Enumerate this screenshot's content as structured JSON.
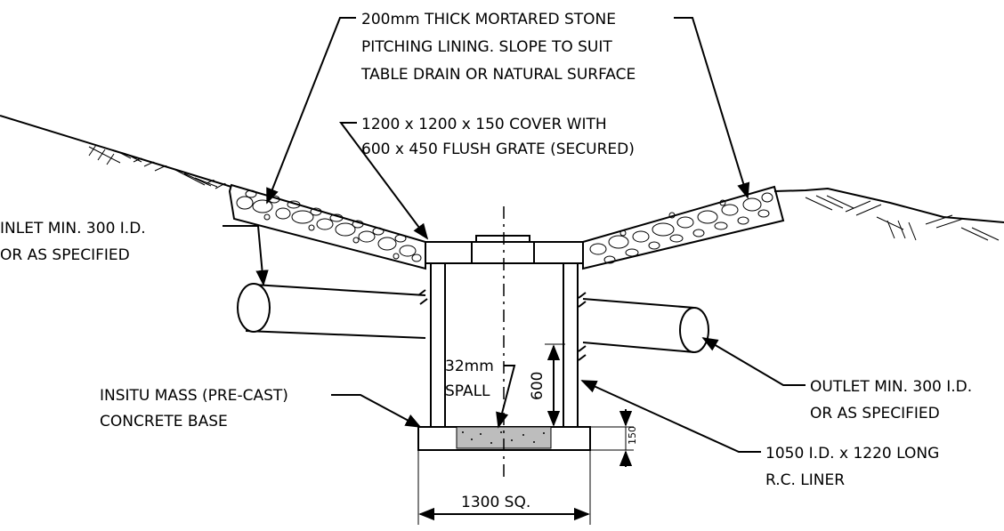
{
  "labels": {
    "lining_line1": "200mm THICK MORTARED STONE",
    "lining_line2": "PITCHING LINING. SLOPE TO SUIT",
    "lining_line3": "TABLE DRAIN OR NATURAL SURFACE",
    "cover_line1": "1200 x 1200 x 150 COVER WITH",
    "cover_line2": "600 x 450 FLUSH GRATE (SECURED)",
    "inlet_line1": "INLET MIN. 300 I.D.",
    "inlet_line2": "OR AS SPECIFIED",
    "outlet_line1": "OUTLET MIN. 300 I.D.",
    "outlet_line2": "OR AS SPECIFIED",
    "base_line1": "INSITU MASS (PRE-CAST)",
    "base_line2": "CONCRETE BASE",
    "spall_line1": "32mm",
    "spall_line2": "SPALL",
    "liner_line1": "1050 I.D. x 1220 LONG",
    "liner_line2": "R.C. LINER"
  },
  "dimensions": {
    "depth": "600",
    "base_thickness": "150",
    "base_width": "1300 SQ."
  }
}
